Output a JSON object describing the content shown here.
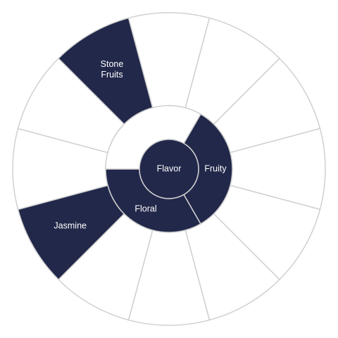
{
  "chart_data": {
    "type": "sunburst",
    "center": {
      "label": "Flavor"
    },
    "ring1": [
      {
        "label": "Fruity",
        "selected": true
      },
      {
        "label": "Floral",
        "selected": true
      },
      {
        "label": "",
        "selected": false
      }
    ],
    "ring2": [
      {
        "label": "",
        "selected": false
      },
      {
        "label": "",
        "selected": false
      },
      {
        "label": "",
        "selected": false
      },
      {
        "label": "",
        "selected": false
      },
      {
        "label": "",
        "selected": false
      },
      {
        "label": "",
        "selected": false
      },
      {
        "label": "",
        "selected": false
      },
      {
        "label": "",
        "selected": false
      },
      {
        "label": "Jasmine",
        "selected": true
      },
      {
        "label": "",
        "selected": false
      },
      {
        "label": "",
        "selected": false
      },
      {
        "label": "Stone\nFruits",
        "selected": true
      }
    ],
    "colors": {
      "selected": "#22284a",
      "unselected": "#ffffff",
      "stroke": "#d0d0d0"
    }
  }
}
